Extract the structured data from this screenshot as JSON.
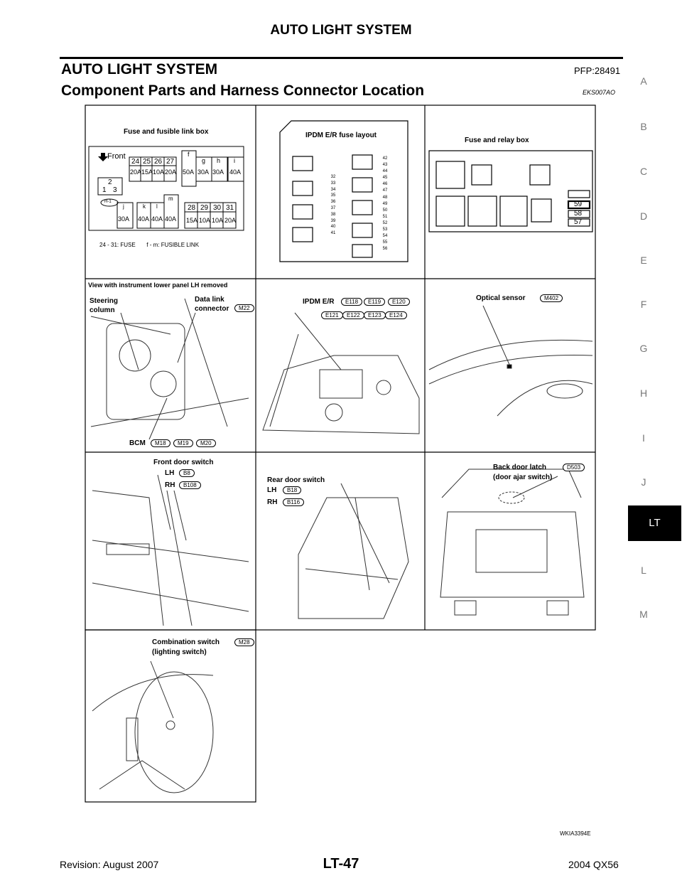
{
  "header": {
    "title": "AUTO LIGHT SYSTEM"
  },
  "section": {
    "title": "AUTO LIGHT SYSTEM",
    "pfp": "PFP:28491"
  },
  "component": {
    "title": "Component Parts and Harness Connector Location",
    "code": "EKS007AO"
  },
  "side_index": [
    "A",
    "B",
    "C",
    "D",
    "E",
    "F",
    "G",
    "H",
    "I",
    "J",
    "LT",
    "L",
    "M"
  ],
  "fuse_box": {
    "title": "Fuse and fusible link box",
    "front_label": "Front",
    "fuses_top": [
      "24",
      "25",
      "26",
      "27"
    ],
    "fuses_top_amps": [
      "20A",
      "15A",
      "10A",
      "20A"
    ],
    "links_top": [
      "f",
      "g",
      "h",
      "i"
    ],
    "links_top_amps": [
      "50A",
      "30A",
      "30A",
      "40A"
    ],
    "small_labels": [
      "2",
      "1",
      "3"
    ],
    "connector": "H-1",
    "links_bottom": [
      "j",
      "k",
      "l",
      "m"
    ],
    "links_bottom_amps": [
      "30A",
      "40A",
      "40A",
      "40A"
    ],
    "fuses_bottom": [
      "28",
      "29",
      "30",
      "31"
    ],
    "fuses_bottom_amps": [
      "15A",
      "10A",
      "10A",
      "20A"
    ],
    "legend": "24 - 31: FUSE       f - m: FUSIBLE LINK"
  },
  "ipdm": {
    "title": "IPDM E/R fuse layout",
    "middle": [
      "32",
      "33",
      "34",
      "35",
      "36",
      "37",
      "38",
      "39",
      "40",
      "41"
    ],
    "right": [
      "42",
      "43",
      "44",
      "45",
      "46",
      "47",
      "48",
      "49",
      "50",
      "51",
      "52",
      "53",
      "54",
      "55",
      "56"
    ]
  },
  "relay_box": {
    "title": "Fuse and relay box",
    "numbers": [
      "59",
      "58",
      "57"
    ]
  },
  "row2": {
    "caption": "View with instrument lower panel LH removed",
    "steering_1": "Steering",
    "steering_2": "column",
    "datalink_1": "Data link",
    "datalink_2": "connector",
    "datalink_conn": "M22",
    "bcm": "BCM",
    "bcm_conns": [
      "M18",
      "M19",
      "M20"
    ],
    "ipdm_label": "IPDM E/R",
    "ipdm_conns_row1": [
      "E118",
      "E119",
      "E120"
    ],
    "ipdm_conns_row2": [
      "E121",
      "E122",
      "E123",
      "E124"
    ],
    "optical": "Optical sensor",
    "optical_conn": "M402"
  },
  "row3": {
    "front_door": "Front door switch",
    "lh": "LH",
    "lh_conn": "B8",
    "rh": "RH",
    "rh_conn": "B108",
    "rear_door": "Rear door switch",
    "rear_lh": "LH",
    "rear_lh_conn": "B18",
    "rear_rh": "RH",
    "rear_rh_conn": "B116",
    "back_latch": "Back door latch",
    "back_latch_2": "(door ajar switch)",
    "back_conn": "D503"
  },
  "row4": {
    "combo": "Combination switch",
    "combo_2": "(lighting switch)",
    "combo_conn": "M28"
  },
  "figure_code": "WKIA3394E",
  "footer": {
    "revision": "Revision: August 2007",
    "page": "LT-47",
    "model": "2004 QX56"
  }
}
